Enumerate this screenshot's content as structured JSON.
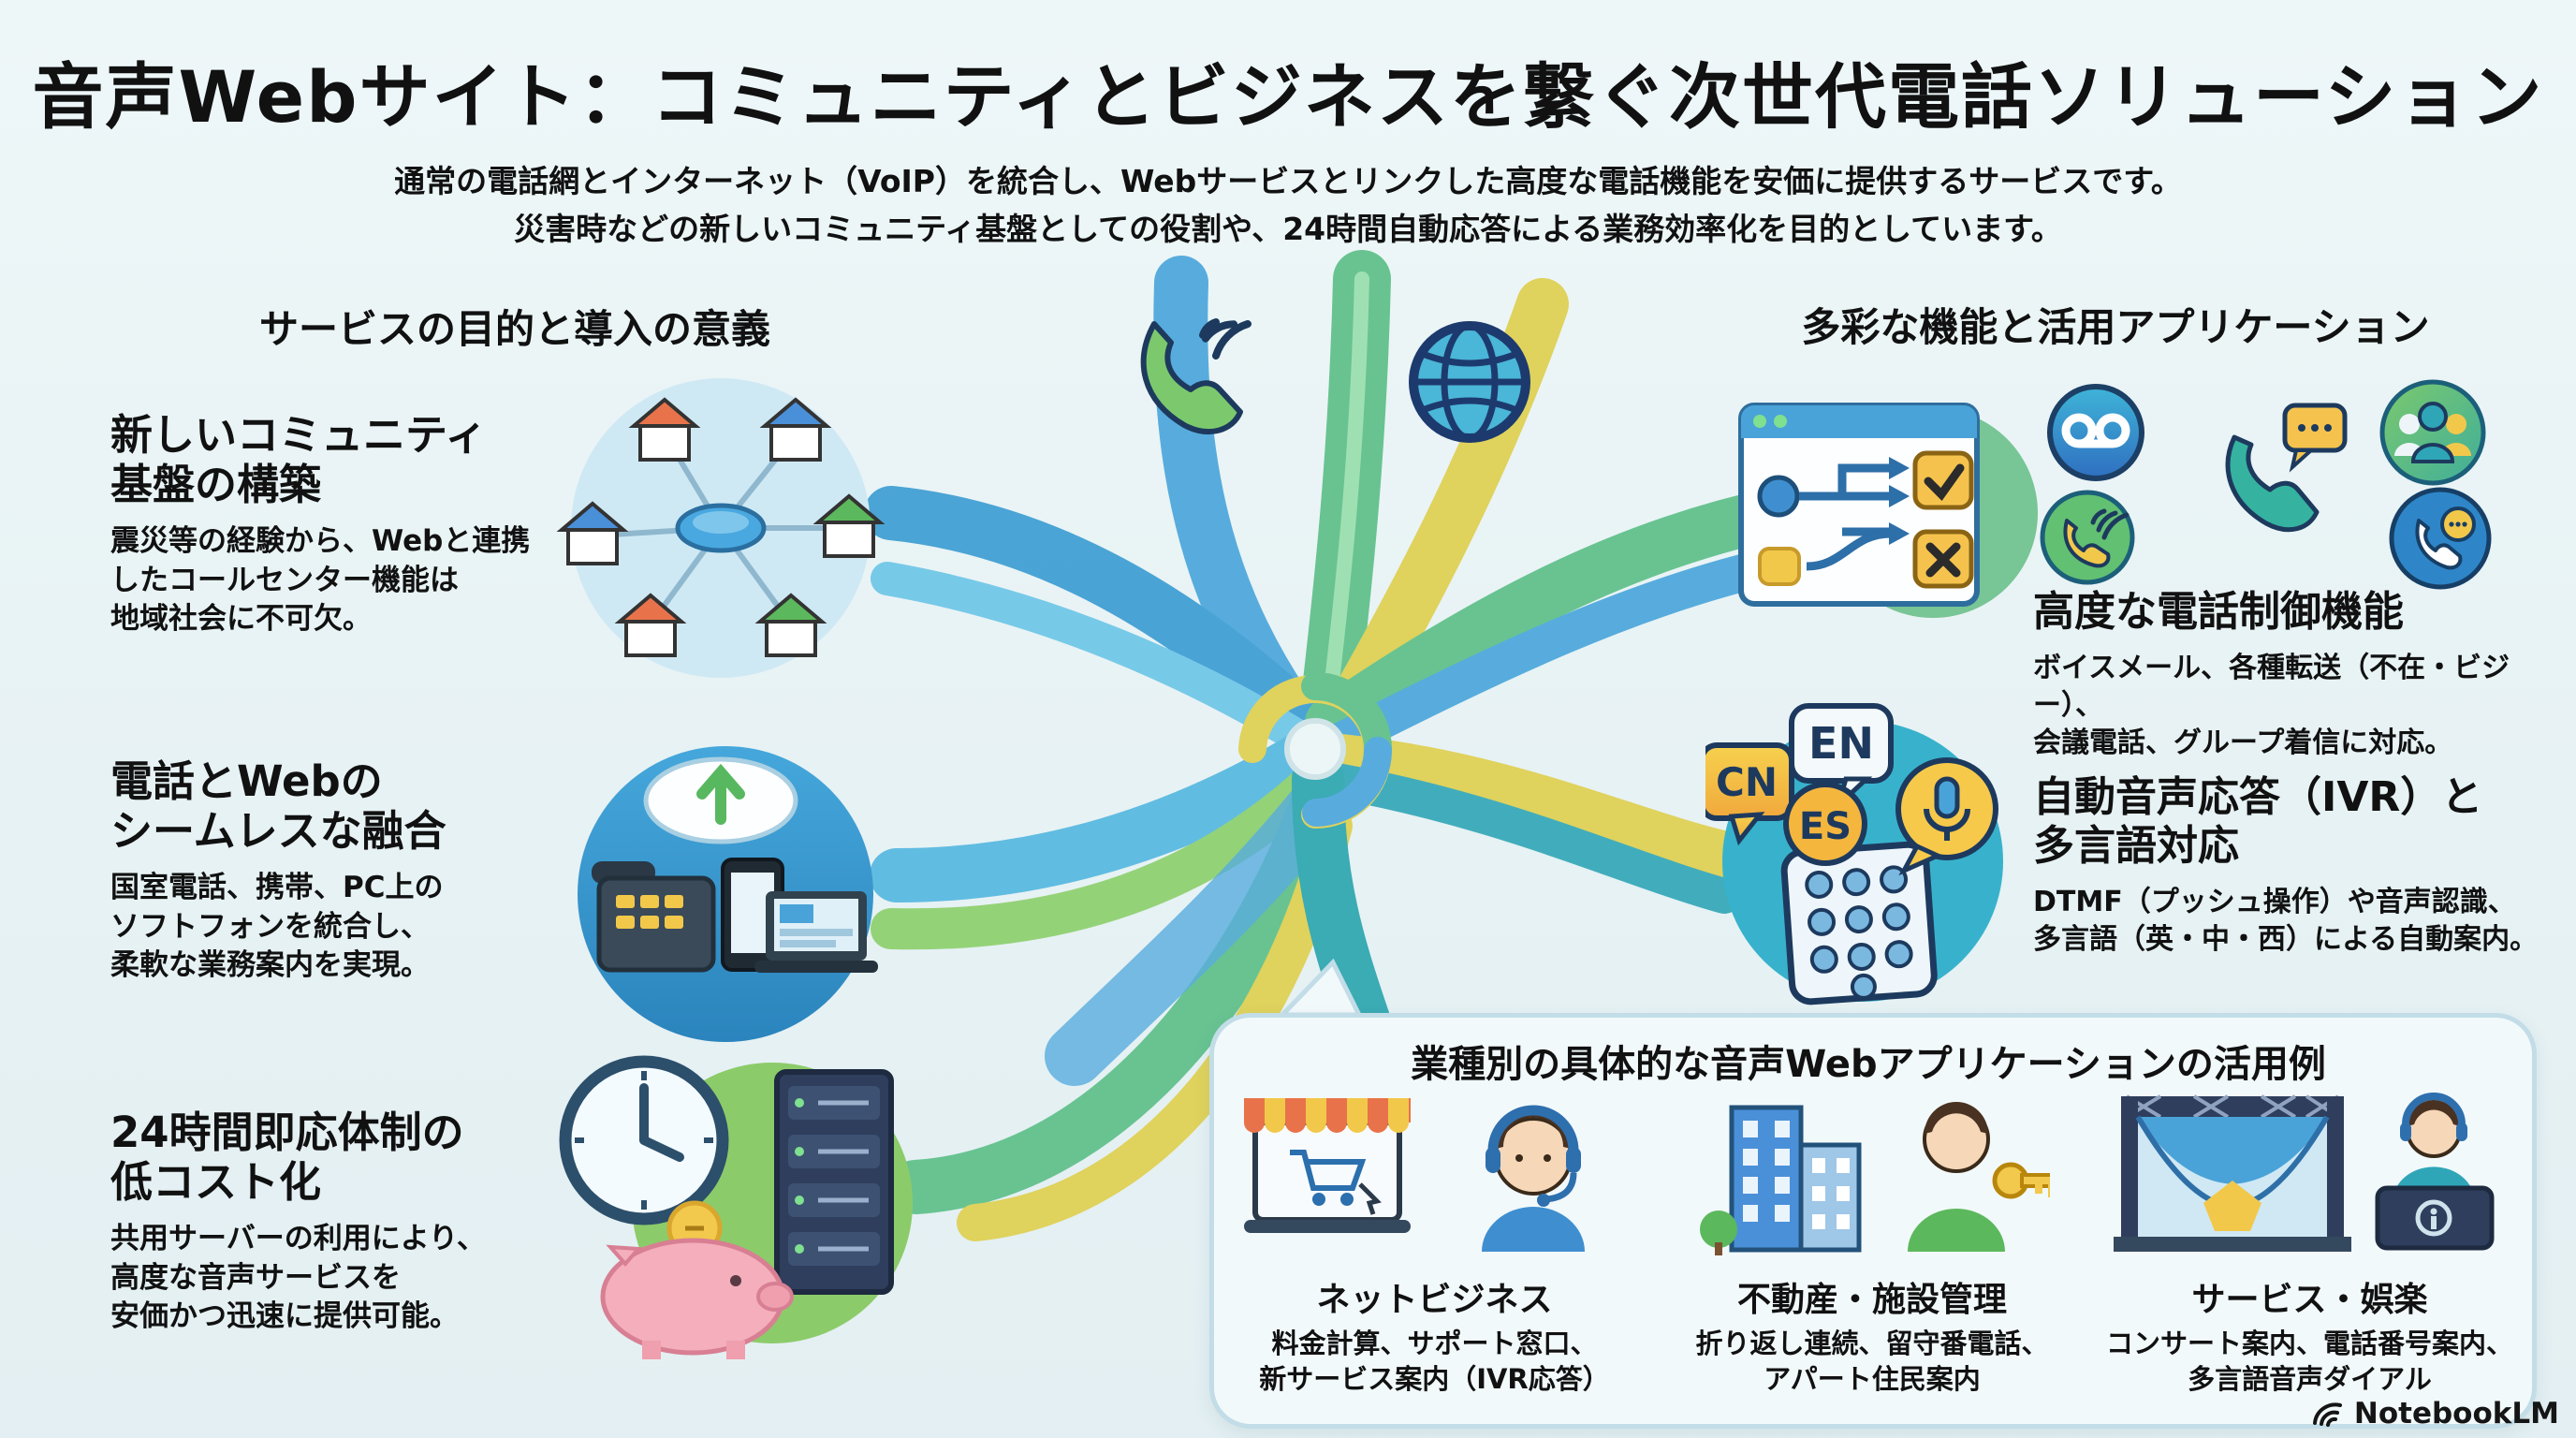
{
  "page": {
    "title": "音声Webサイト：コミュニティとビジネスを繋ぐ次世代電話ソリューション",
    "subtitle1": "通常の電話網とインターネット（VoIP）を統合し、Webサービスとリンクした高度な電話機能を安価に提供するサービスです。",
    "subtitle2": "災害時などの新しいコミュニティ基盤としての役割や、24時間自動応答による業務効率化を目的としています。",
    "watermark": "NotebookLM"
  },
  "left": {
    "header": "サービスの目的と導入の意義",
    "items": [
      {
        "title": "新しいコミュニティ\n基盤の構築",
        "body": "震災等の経験から、Webと連携\nしたコールセンター機能は\n地域社会に不可欠。"
      },
      {
        "title": "電話とWebの\nシームレスな融合",
        "body": "国室電話、携帯、PC上の\nソフトフォンを統合し、\n柔軟な業務案内を実現。"
      },
      {
        "title": "24時間即応体制の\n低コスト化",
        "body": "共用サーバーの利用により、\n高度な音声サービスを\n安価かつ迅速に提供可能。"
      }
    ]
  },
  "right": {
    "header": "多彩な機能と活用アプリケーション",
    "items": [
      {
        "title": "高度な電話制御機能",
        "body": "ボイスメール、各種転送（不在・ビジー）、\n会議電話、グループ着信に対応。"
      },
      {
        "title": "自動音声応答（IVR）と\n多言語対応",
        "body": "DTMF（プッシュ操作）や音声認識、\n多言語（英・中・西）による自動案内。"
      }
    ],
    "language_labels": {
      "cn": "CN",
      "en": "EN",
      "es": "ES"
    }
  },
  "bottom": {
    "header": "業種別の具体的な音声Webアプリケーションの活用例",
    "items": [
      {
        "title": "ネットビジネス",
        "body": "料金計算、サポート窓口、\n新サービス案内（IVR応答）"
      },
      {
        "title": "不動産・施設管理",
        "body": "折り返し連続、留守番電話、\nアパート住民案内"
      },
      {
        "title": "サービス・娯楽",
        "body": "コンサート案内、電話番号案内、\n多言語音声ダイアル"
      }
    ]
  },
  "colors": {
    "background": "#e9f4f6",
    "text": "#111111",
    "ribbon_blue": "#4da7dc",
    "ribbon_green": "#5fc08a",
    "ribbon_yellow": "#dfd052",
    "ribbon_teal": "#2fa6b0"
  }
}
